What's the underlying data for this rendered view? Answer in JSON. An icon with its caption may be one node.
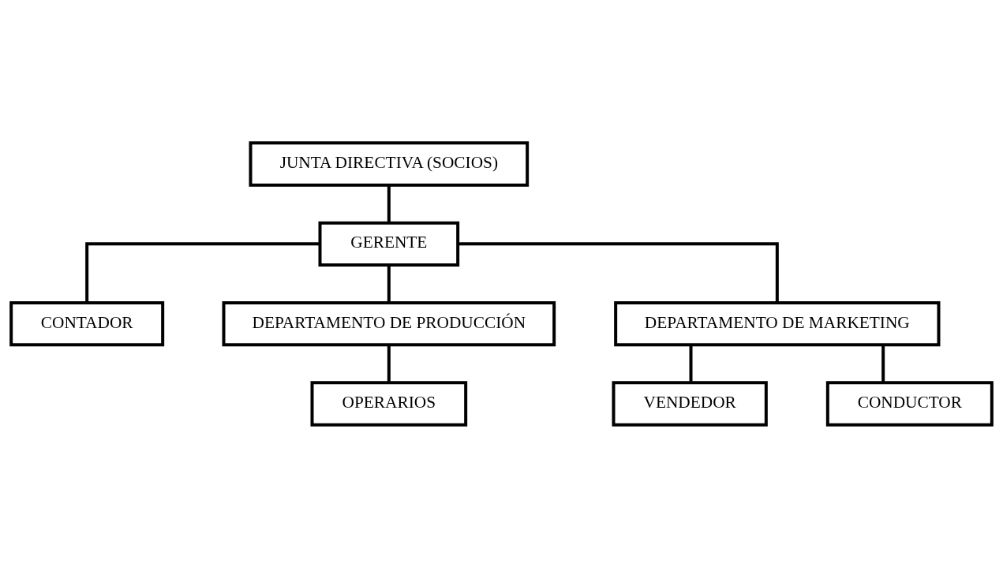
{
  "diagram": {
    "nodes": [
      {
        "text": [
          "JUNTA DIRECTIVA (SOCIOS)"
        ]
      },
      {
        "text": [
          "GERENTE"
        ]
      },
      {
        "text": [
          "CONTADOR"
        ]
      },
      {
        "text": [
          "DEPARTAMENTO DE PRODUCCIÓN"
        ]
      },
      {
        "text": [
          "DEPARTAMENTO DE MARKETING"
        ]
      },
      {
        "text": [
          "OPERARIOS"
        ]
      },
      {
        "text": [
          "VENDEDOR"
        ]
      },
      {
        "text": [
          "CONDUCTOR"
        ]
      }
    ],
    "edges": [
      {
        "from": 0,
        "to": 1,
        "arrow": "none"
      },
      {
        "from": 1,
        "to": 2,
        "arrow": "none"
      },
      {
        "from": 1,
        "to": 3,
        "arrow": "none"
      },
      {
        "from": 1,
        "to": 4,
        "arrow": "none"
      },
      {
        "from": 3,
        "to": 5,
        "arrow": "none"
      },
      {
        "from": 4,
        "to": 6,
        "arrow": "none"
      },
      {
        "from": 4,
        "to": 7,
        "arrow": "none"
      }
    ]
  }
}
